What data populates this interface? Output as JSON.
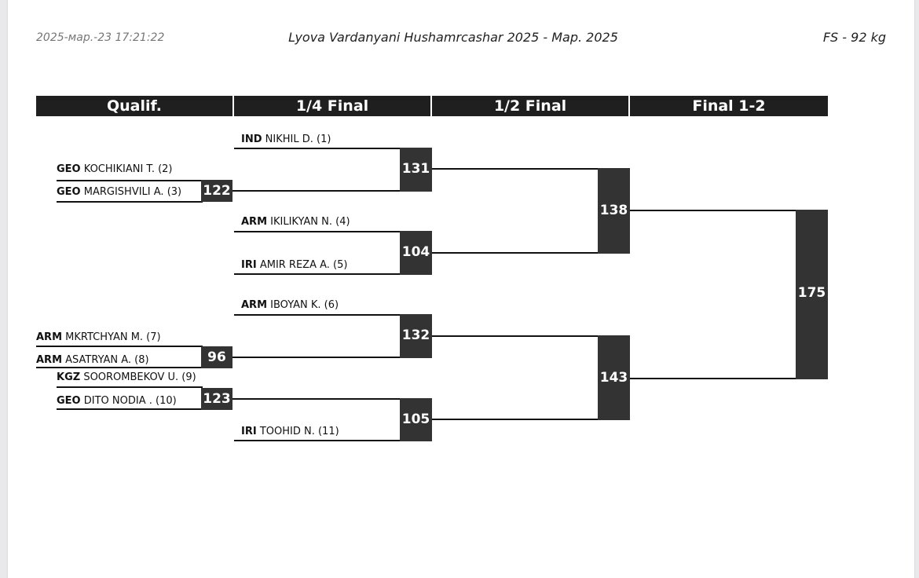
{
  "header": {
    "datetime": "2025-мар.-23 17:21:22",
    "title": "Lyova Vardanyani Hushamrcashar 2025 - Мар. 2025",
    "category": "FS - 92 kg"
  },
  "rounds": [
    "Qualif.",
    "1/4 Final",
    "1/2 Final",
    "Final 1-2"
  ],
  "athletes": [
    {
      "country": "IND",
      "name": "NIKHIL D. (1)"
    },
    {
      "country": "GEO",
      "name": "KOCHIKIANI T. (2)"
    },
    {
      "country": "GEO",
      "name": "MARGISHVILI A. (3)"
    },
    {
      "country": "ARM",
      "name": "IKILIKYAN N. (4)"
    },
    {
      "country": "IRI",
      "name": "AMIR REZA A. (5)"
    },
    {
      "country": "ARM",
      "name": "IBOYAN K. (6)"
    },
    {
      "country": "ARM",
      "name": "MKRTCHYAN M. (7)"
    },
    {
      "country": "ARM",
      "name": "ASATRYAN A. (8)"
    },
    {
      "country": "KGZ",
      "name": "SOOROMBEKOV U. (9)"
    },
    {
      "country": "GEO",
      "name": "DITO NODIA . (10)"
    },
    {
      "country": "IRI",
      "name": "TOOHID N. (11)"
    }
  ],
  "bouts": {
    "qual_1": "122",
    "qual_2": "96",
    "qual_3": "123",
    "qf_1": "131",
    "qf_2": "104",
    "qf_3": "132",
    "qf_4": "105",
    "sf_1": "138",
    "sf_2": "143",
    "final": "175"
  }
}
